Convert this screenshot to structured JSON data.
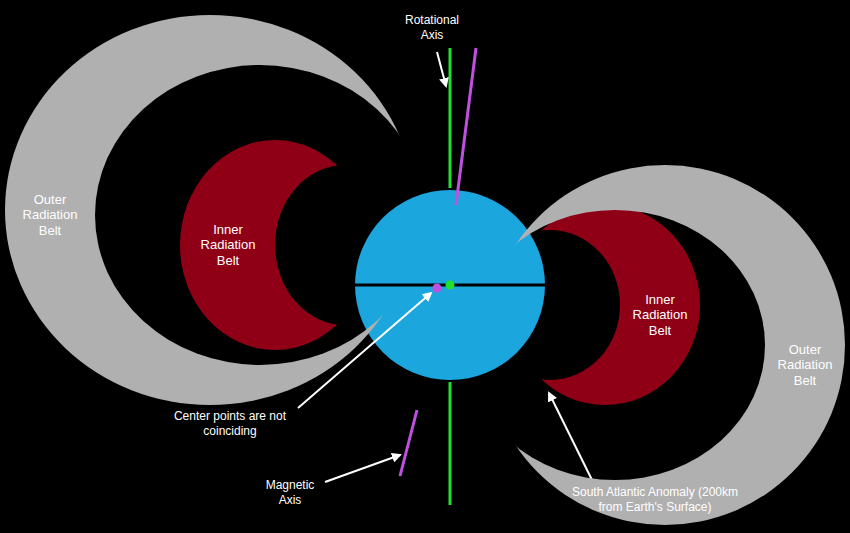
{
  "diagram": {
    "nodes": [
      {
        "text": [
          "Outer Radiation Belt"
        ]
      },
      {
        "text": [
          "Inner Radiation Belt"
        ]
      },
      {
        "text": [
          "Inner Radiation Belt"
        ]
      },
      {
        "text": [
          "Outer Radiation Belt"
        ]
      }
    ],
    "labels": [
      "Rotational Axis",
      "Center points are not coinciding",
      "Magnetic Axis",
      "South Atlantic Anomaly (200km from Earth's Surface)"
    ]
  }
}
